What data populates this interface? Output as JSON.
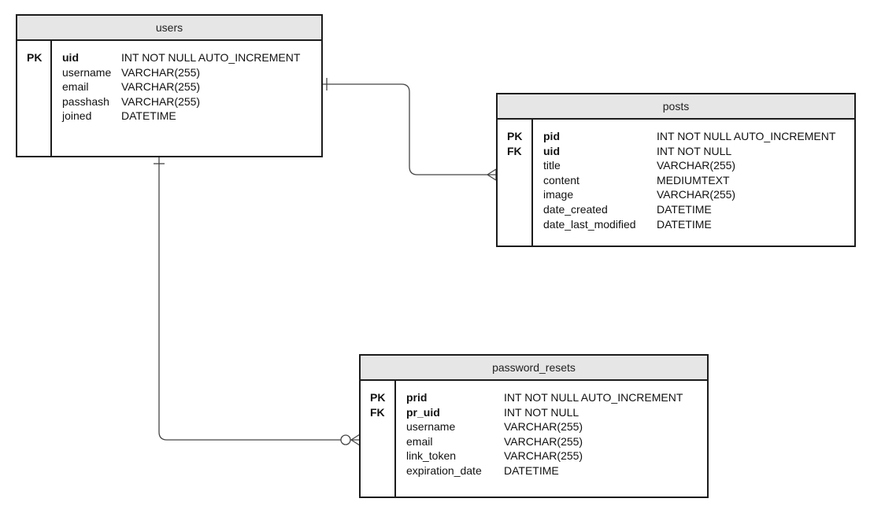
{
  "colors": {
    "border": "#1c1c1c",
    "header_fill": "#e6e6e6",
    "line": "#444444",
    "background": "#ffffff"
  },
  "tables": {
    "users": {
      "name": "users",
      "rows": [
        {
          "key": "PK",
          "field": "uid",
          "type": "INT NOT NULL AUTO_INCREMENT",
          "bold": true
        },
        {
          "key": "",
          "field": "username",
          "type": "VARCHAR(255)",
          "bold": false
        },
        {
          "key": "",
          "field": "email",
          "type": "VARCHAR(255)",
          "bold": false
        },
        {
          "key": "",
          "field": "passhash",
          "type": "VARCHAR(255)",
          "bold": false
        },
        {
          "key": "",
          "field": "joined",
          "type": "DATETIME",
          "bold": false
        }
      ]
    },
    "posts": {
      "name": "posts",
      "rows": [
        {
          "key": "PK",
          "field": "pid",
          "type": "INT NOT NULL AUTO_INCREMENT",
          "bold": true
        },
        {
          "key": "FK",
          "field": "uid",
          "type": "INT NOT NULL",
          "bold": true
        },
        {
          "key": "",
          "field": "title",
          "type": "VARCHAR(255)",
          "bold": false
        },
        {
          "key": "",
          "field": "content",
          "type": "MEDIUMTEXT",
          "bold": false
        },
        {
          "key": "",
          "field": "image",
          "type": "VARCHAR(255)",
          "bold": false
        },
        {
          "key": "",
          "field": "date_created",
          "type": "DATETIME",
          "bold": false
        },
        {
          "key": "",
          "field": "date_last_modified",
          "type": "DATETIME",
          "bold": false
        }
      ]
    },
    "password_resets": {
      "name": "password_resets",
      "rows": [
        {
          "key": "PK",
          "field": "prid",
          "type": "INT NOT NULL AUTO_INCREMENT",
          "bold": true
        },
        {
          "key": "FK",
          "field": "pr_uid",
          "type": "INT NOT NULL",
          "bold": true
        },
        {
          "key": "",
          "field": "username",
          "type": "VARCHAR(255)",
          "bold": false
        },
        {
          "key": "",
          "field": "email",
          "type": "VARCHAR(255)",
          "bold": false
        },
        {
          "key": "",
          "field": "link_token",
          "type": "VARCHAR(255)",
          "bold": false
        },
        {
          "key": "",
          "field": "expiration_date",
          "type": "DATETIME",
          "bold": false
        }
      ]
    }
  },
  "relationships": [
    {
      "from": "users",
      "to": "posts",
      "from_cardinality": "one",
      "to_cardinality": "many"
    },
    {
      "from": "users",
      "to": "password_resets",
      "from_cardinality": "one",
      "to_cardinality": "zero-or-many"
    }
  ]
}
